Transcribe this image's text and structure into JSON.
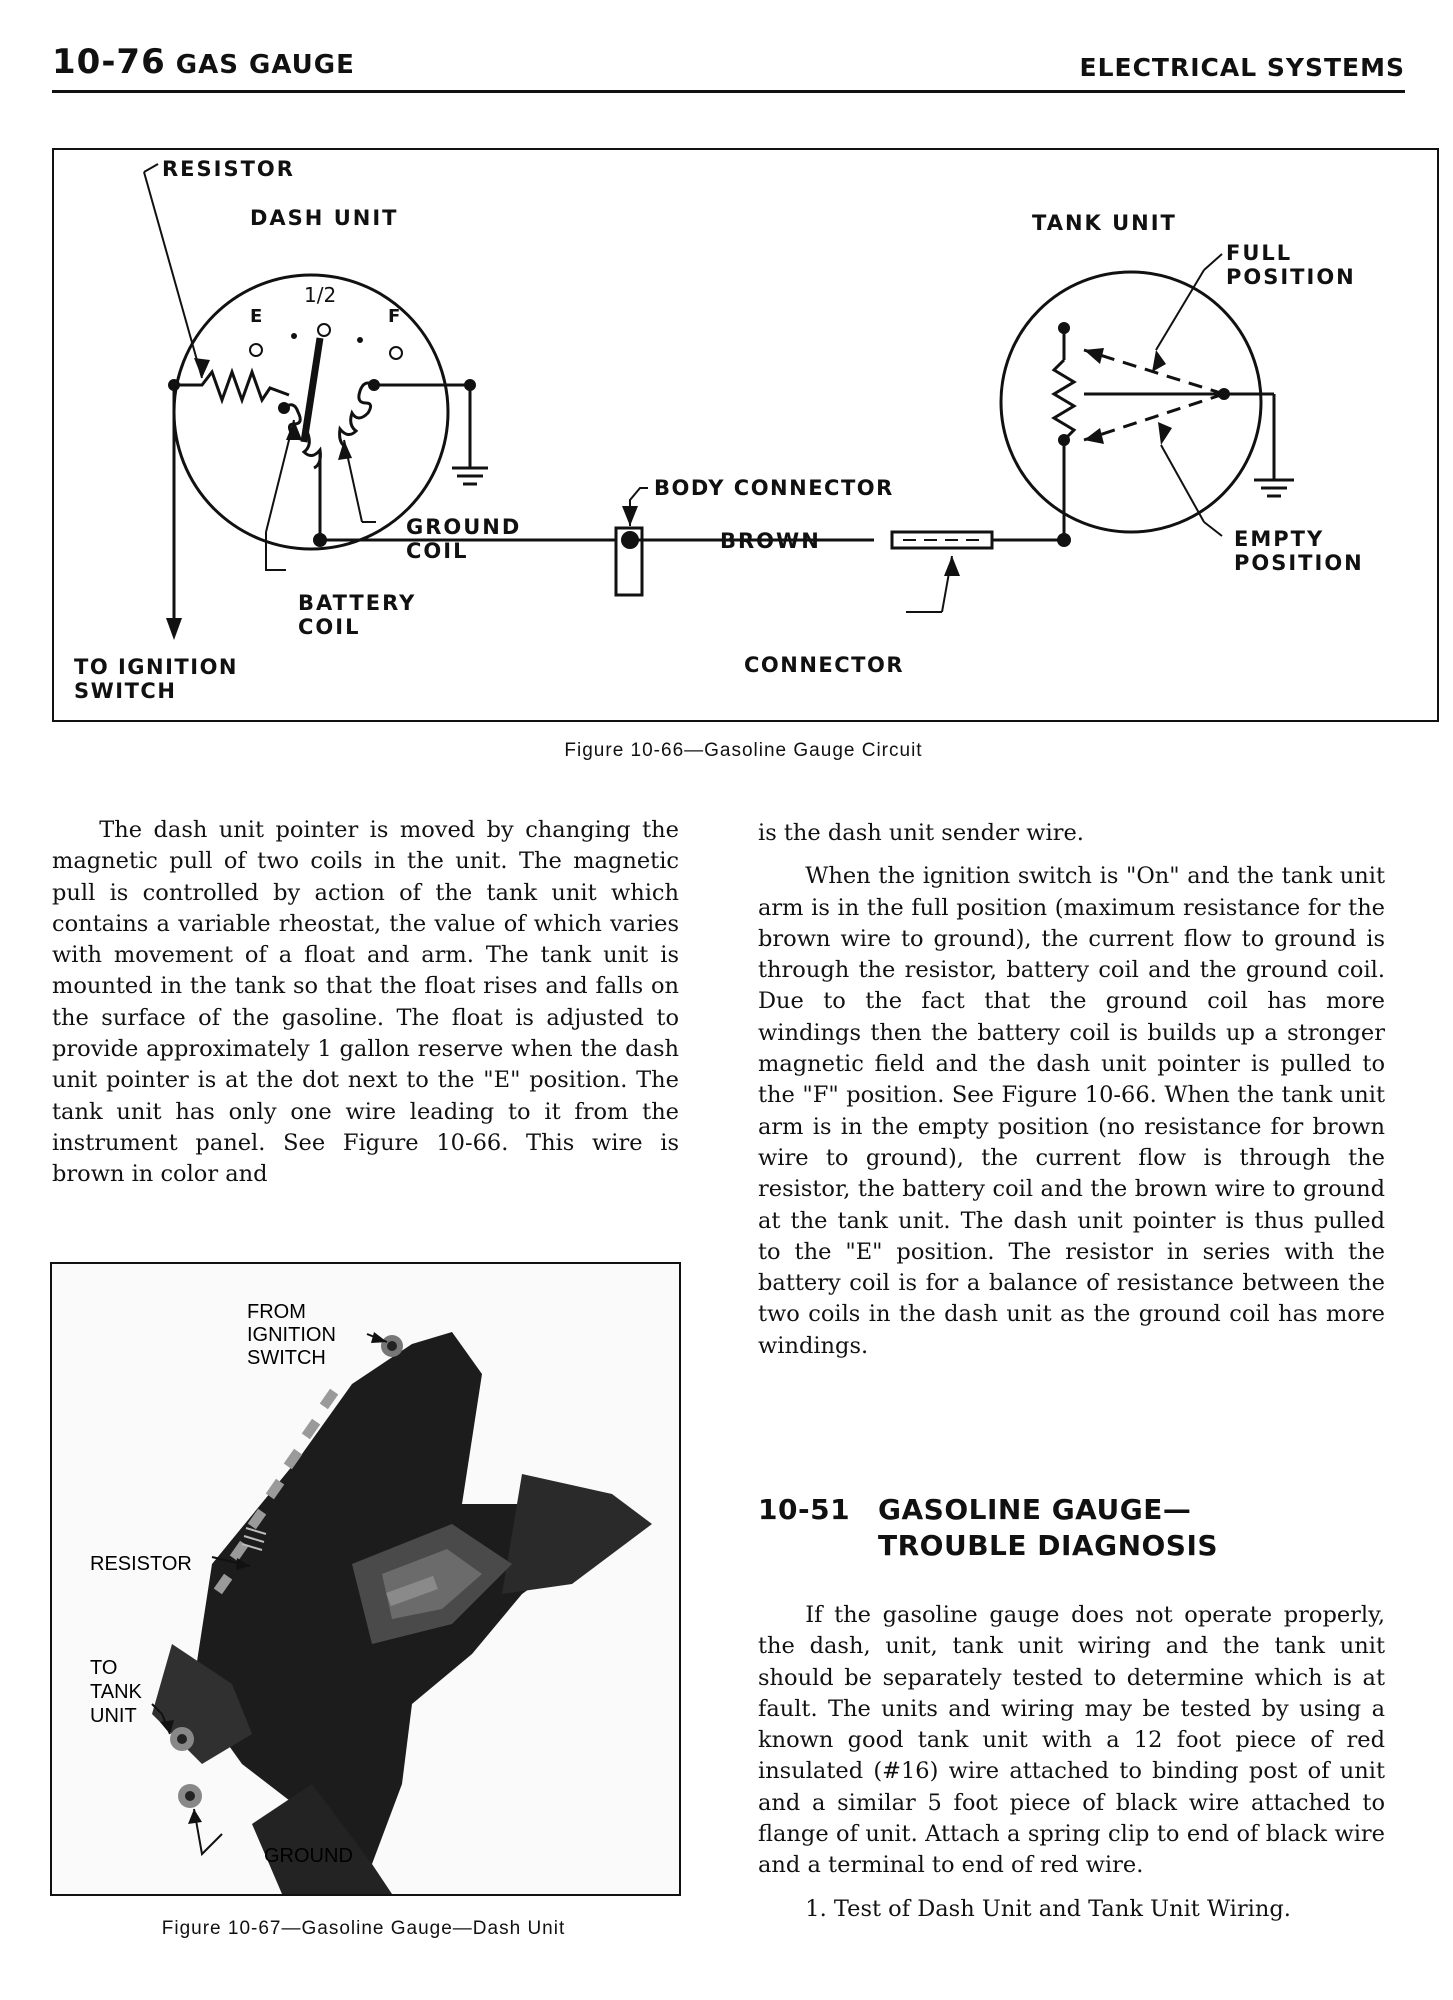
{
  "header": {
    "page_number": "10-76",
    "section_title": "GAS GAUGE",
    "chapter_title": "ELECTRICAL SYSTEMS"
  },
  "figure1": {
    "caption": "Figure 10-66—Gasoline Gauge Circuit",
    "labels": {
      "resistor": "RESISTOR",
      "dash_unit": "DASH UNIT",
      "half": "1/2",
      "e": "E",
      "f": "F",
      "ground_coil_1": "GROUND",
      "ground_coil_2": "COIL",
      "battery_coil_1": "BATTERY",
      "battery_coil_2": "COIL",
      "ignition_1": "TO IGNITION",
      "ignition_2": "SWITCH",
      "body_connector": "BODY CONNECTOR",
      "brown": "BROWN",
      "connector": "CONNECTOR",
      "tank_unit": "TANK UNIT",
      "full_1": "FULL",
      "full_2": "POSITION",
      "empty_1": "EMPTY",
      "empty_2": "POSITION"
    }
  },
  "left_column": {
    "paragraph_1": "The dash unit pointer is moved by changing the magnetic pull of two coils in the unit. The magnetic pull is controlled by action of the tank unit which contains a variable rheostat, the value of which varies with movement of a float and arm. The tank unit is mounted in the tank so that the float rises and falls on the surface of the gasoline. The float is adjusted to provide approximately 1 gallon reserve when the dash unit pointer is at the dot next to the \"E\" position. The tank unit has only one wire leading to it from the instrument panel. See Figure 10-66. This wire is brown in color and"
  },
  "figure2": {
    "caption": "Figure 10-67—Gasoline Gauge—Dash Unit",
    "labels": {
      "from_1": "FROM",
      "from_2": "IGNITION",
      "from_3": "SWITCH",
      "resistor": "RESISTOR",
      "to_1": "TO",
      "to_2": "TANK",
      "to_3": "UNIT",
      "ground": "GROUND"
    }
  },
  "right_column": {
    "paragraph_1": "is the dash unit sender wire.",
    "paragraph_2": "When the ignition switch is \"On\" and the tank unit arm is in the full position (maximum resistance for the brown wire to ground), the current flow to ground is through the resistor, battery coil and the ground coil. Due to the fact that the ground coil has more windings then the battery coil is builds up a stronger magnetic field and the dash unit pointer is pulled to the \"F\" position. See Figure 10-66. When the tank unit arm is in the empty position (no resistance for brown wire to ground), the current flow is through the resistor, the battery coil and the brown wire to ground at the tank unit. The dash unit pointer is thus pulled to the \"E\" position. The resistor in series with the battery coil is for a balance of resistance between the two coils in the dash unit as the ground coil has more windings.",
    "section_number": "10-51",
    "section_heading_1": "GASOLINE GAUGE—",
    "section_heading_2": "TROUBLE DIAGNOSIS",
    "paragraph_3": "If the gasoline gauge does not operate properly, the dash, unit, tank unit wiring and the tank unit should be separately tested to determine which is at fault. The units and wiring may be tested by using a known good tank unit with a 12 foot piece of red insulated (#16) wire attached to binding post of unit and a similar 5 foot piece of black wire attached to flange of unit. Attach a spring clip to end of black wire and a terminal to end of red wire.",
    "list_item_1": "1. Test of Dash Unit and Tank Unit Wiring."
  }
}
